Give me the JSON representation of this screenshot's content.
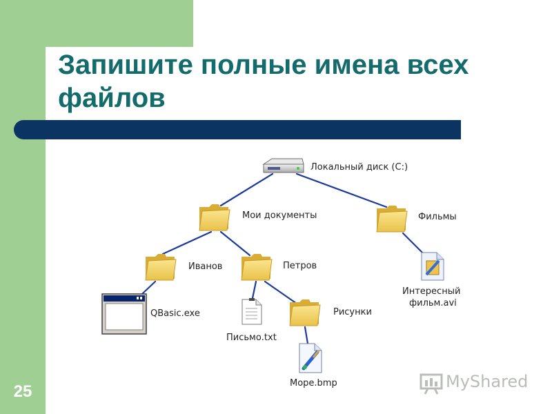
{
  "slide": {
    "title": "Запишите полные имена всех файлов",
    "number": "25"
  },
  "tree": {
    "drive": {
      "label": "Локальный диск (C:)",
      "icon": "hard-drive-icon"
    },
    "my_documents": {
      "label": "Мои документы",
      "icon": "folder-icon"
    },
    "films": {
      "label": "Фильмы",
      "icon": "folder-icon"
    },
    "ivanov": {
      "label": "Иванов",
      "icon": "folder-icon"
    },
    "petrov": {
      "label": "Петров",
      "icon": "folder-icon"
    },
    "pictures": {
      "label": "Рисунки",
      "icon": "folder-icon"
    },
    "qbasic": {
      "label": "QBasic.exe",
      "icon": "application-window-icon"
    },
    "letter": {
      "label": "Письмо.txt",
      "icon": "text-document-icon"
    },
    "sea": {
      "label": "Море.bmp",
      "icon": "paint-image-icon"
    },
    "movie": {
      "label_line1": "Интересный",
      "label_line2": "фильм.avi",
      "icon": "video-file-icon"
    }
  },
  "watermark": {
    "text": "MyShared"
  },
  "colors": {
    "title": "#136b6b",
    "accent_bar": "#0b3462",
    "green_strip": "#9fcf93",
    "connector": "#1a3a9c",
    "folder": "#f5d66a"
  }
}
